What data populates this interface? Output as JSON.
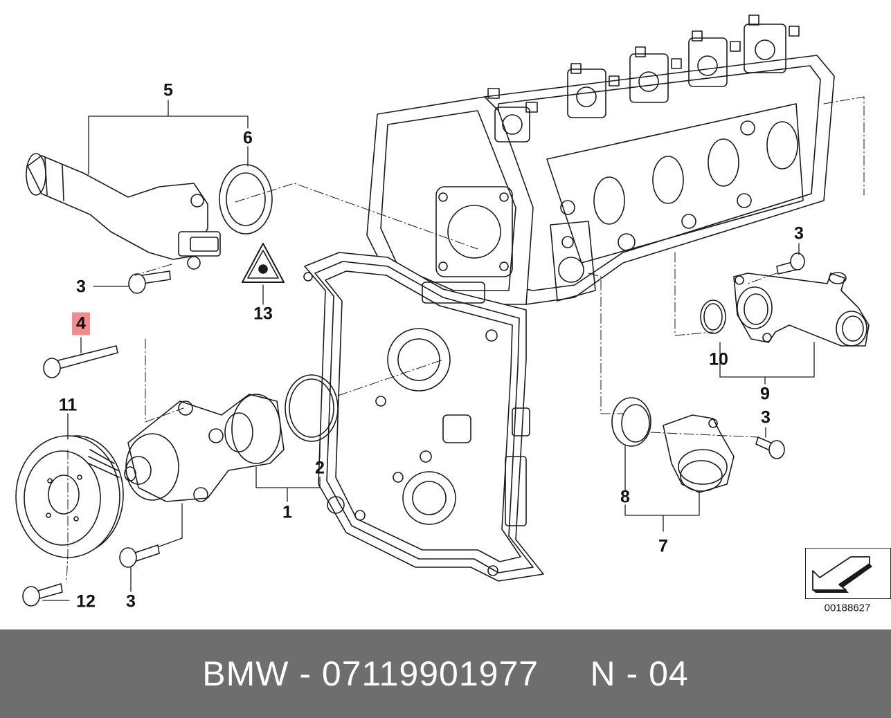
{
  "diagram": {
    "callouts": [
      {
        "key": "c5",
        "label": "5"
      },
      {
        "key": "c6",
        "label": "6"
      },
      {
        "key": "c3a",
        "label": "3"
      },
      {
        "key": "c13",
        "label": "13"
      },
      {
        "key": "c4",
        "label": "4",
        "highlighted": true
      },
      {
        "key": "c11",
        "label": "11"
      },
      {
        "key": "c12",
        "label": "12"
      },
      {
        "key": "c3b",
        "label": "3"
      },
      {
        "key": "c2",
        "label": "2"
      },
      {
        "key": "c1",
        "label": "1"
      },
      {
        "key": "c3c",
        "label": "3"
      },
      {
        "key": "c10",
        "label": "10"
      },
      {
        "key": "c9",
        "label": "9"
      },
      {
        "key": "c3d",
        "label": "3"
      },
      {
        "key": "c8",
        "label": "8"
      },
      {
        "key": "c7",
        "label": "7"
      }
    ],
    "highlight_color": "#f28b8b",
    "line_color": "#1a1a1a"
  },
  "reference": {
    "code": "00188627",
    "icon": "arrow-reference-icon"
  },
  "footer": {
    "text": "BMW - 07119901977     N - 04",
    "background": "#6e6e6e",
    "color": "#ffffff"
  }
}
